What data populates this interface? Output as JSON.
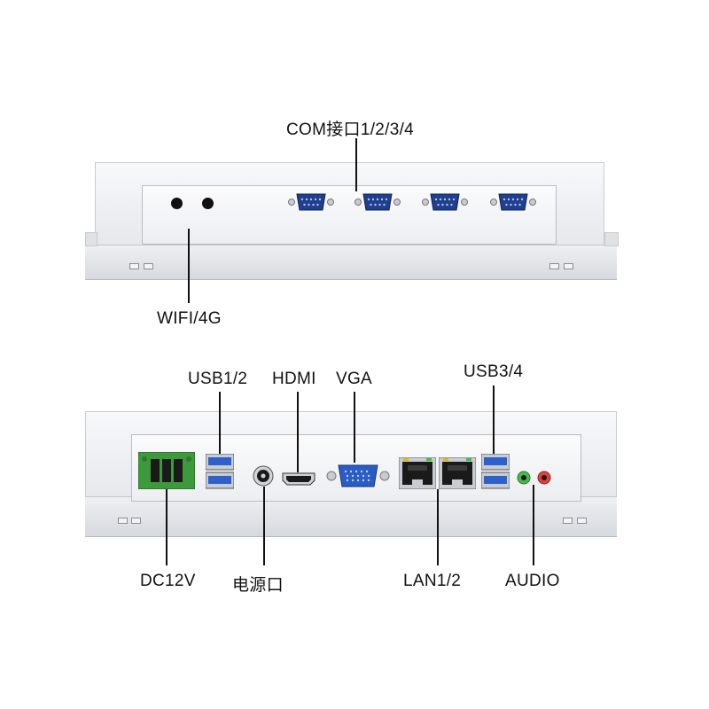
{
  "labels": {
    "com": "COM接口1/2/3/4",
    "wifi": "WIFI/4G",
    "usb12": "USB1/2",
    "hdmi": "HDMI",
    "vga": "VGA",
    "usb34": "USB3/4",
    "dc12v": "DC12V",
    "power": "电源口",
    "lan": "LAN1/2",
    "audio": "AUDIO"
  },
  "colors": {
    "db9_blue": "#1f3f8f",
    "vga_blue": "#2a5cc4",
    "usb_blue": "#2f5fc8",
    "terminal_green": "#3c9a3a",
    "audio_green": "#47b84a",
    "audio_red": "#e04040"
  },
  "icons": [
    "db9-serial-icon",
    "antenna-hole-icon",
    "terminal-block-icon",
    "usb-port-icon",
    "dc-jack-icon",
    "hdmi-port-icon",
    "vga-port-icon",
    "rj45-port-icon",
    "audio-jack-icon"
  ]
}
